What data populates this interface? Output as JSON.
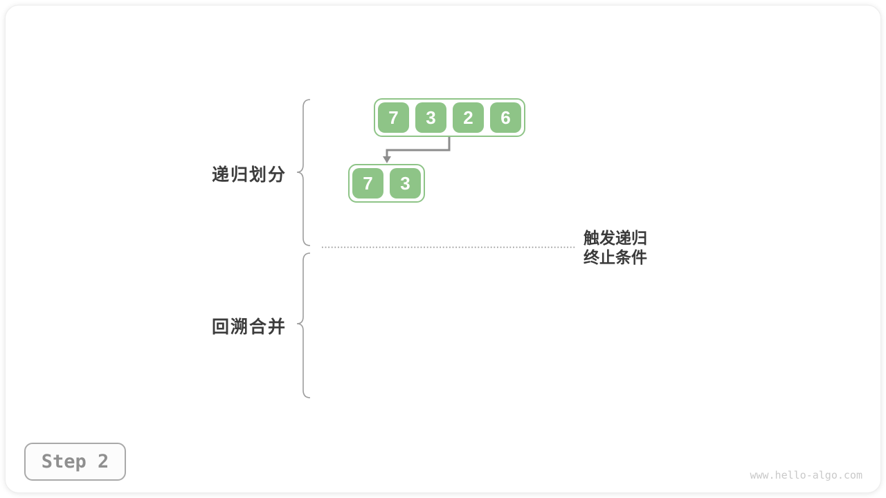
{
  "step_badge": {
    "label": "Step 2"
  },
  "watermark": "www.hello-algo.com",
  "labels": {
    "divide_phase": "递归划分",
    "merge_phase": "回溯合并",
    "annotation_line1": "触发递归",
    "annotation_line2": "终止条件"
  },
  "arrays": {
    "level1": {
      "values": [
        "7",
        "3",
        "2",
        "6"
      ]
    },
    "level2": {
      "values": [
        "7",
        "3"
      ]
    }
  },
  "icons": {
    "divide_arrow": "elbow-arrow-down",
    "divide_brace": "curly-brace-left",
    "merge_brace": "curly-brace-left",
    "base_case_divider": "dotted-line"
  },
  "colors": {
    "cell_green": "#8ec487",
    "arrow_gray": "#8c8c8c",
    "brace_gray": "#9c9c9c",
    "text_dark": "#3c3c3c",
    "badge_border": "#a9a9a9",
    "badge_text": "#8f8f8f",
    "watermark_gray": "#c9c9c9"
  }
}
